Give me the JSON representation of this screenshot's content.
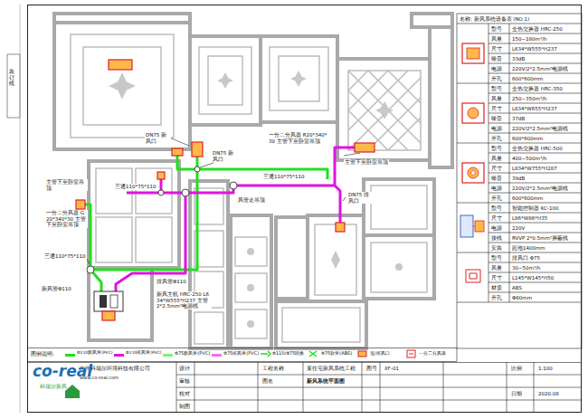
{
  "diagram": {
    "title": "新风系统平面图",
    "labels": [
      "DN75 新风口",
      "DN75 新风口",
      "一分二分风器 R20*340*30 主管下至卧室吊顶",
      "主管下至卧室吊顶",
      "三通110*75*110",
      "风管走吊顶",
      "三通110*75*110",
      "DN75 排风口",
      "主管下至卧室吊顶",
      "一分二分风器 G20*340*30 主管下至卧室吊顶",
      "三通110*75*110",
      "新风管Φ110",
      "排风管Φ110",
      "新风主机 HRC-250 L634*W555*H237 主管2*2.5mm²电源线",
      "名称: 新风系统设备表 (NO.1)",
      "型号",
      "全热交换器 HRC-250",
      "风量",
      "150~180m³/h",
      "尺寸",
      "L634*W555*H237",
      "噪音",
      "33dB",
      "电源",
      "220V/2*2.5mm²电源线",
      "开孔",
      "600*600mm",
      "型号",
      "全热交换器 HRC-350",
      "风量",
      "250~350m³/h",
      "尺寸",
      "L834*W655*H237",
      "噪音",
      "37dB",
      "电源",
      "220V/2*2.5mm²电源线",
      "开孔",
      "600*600mm",
      "型号",
      "全热交换器 HRC-500",
      "风量",
      "400~500m³/h",
      "尺寸",
      "L834*W755*H287",
      "噪音",
      "39dB",
      "电源",
      "220V/2*2.5mm²电源线",
      "开孔",
      "600*600mm",
      "型号",
      "智能控制器 KC-100",
      "尺寸",
      "L86*W86*H35",
      "电源",
      "220V",
      "接线",
      "RVVP 2*0.5mm²屏蔽线",
      "安装",
      "距地1400mm",
      "型号",
      "排风口 Φ75",
      "风量",
      "30~50m³/h",
      "尺寸",
      "L145*W145*H50",
      "材质",
      "ABS",
      "开孔",
      "Φ80mm",
      "广州科瑞尔环境科技有限公司",
      "www.co-real.com",
      "co-real",
      "科瑞尔新风",
      "设计",
      "审核",
      "校对",
      "制图",
      "工程名称",
      "某住宅新风系统工程",
      "图名",
      "图号",
      "XF-01",
      "比例",
      "1:100",
      "日期",
      "2020.08",
      "图例说明:",
      "装订线"
    ],
    "legend": [
      {
        "text": "Φ110新风管(PVC)",
        "color": "#1fe01f"
      },
      {
        "text": "Φ110排风管(PVC)",
        "color": "#e014e0"
      },
      {
        "text": "Φ75新风管(PVC)",
        "color": "#7ef07e"
      },
      {
        "text": "Φ75排风管(PVC)",
        "color": "#f070f0"
      },
      {
        "text": "Φ110/Φ75转换"
      },
      {
        "text": "Φ75软管(ABS)"
      },
      {
        "text": "送/排风口"
      },
      {
        "text": "一分二分风器"
      }
    ]
  }
}
